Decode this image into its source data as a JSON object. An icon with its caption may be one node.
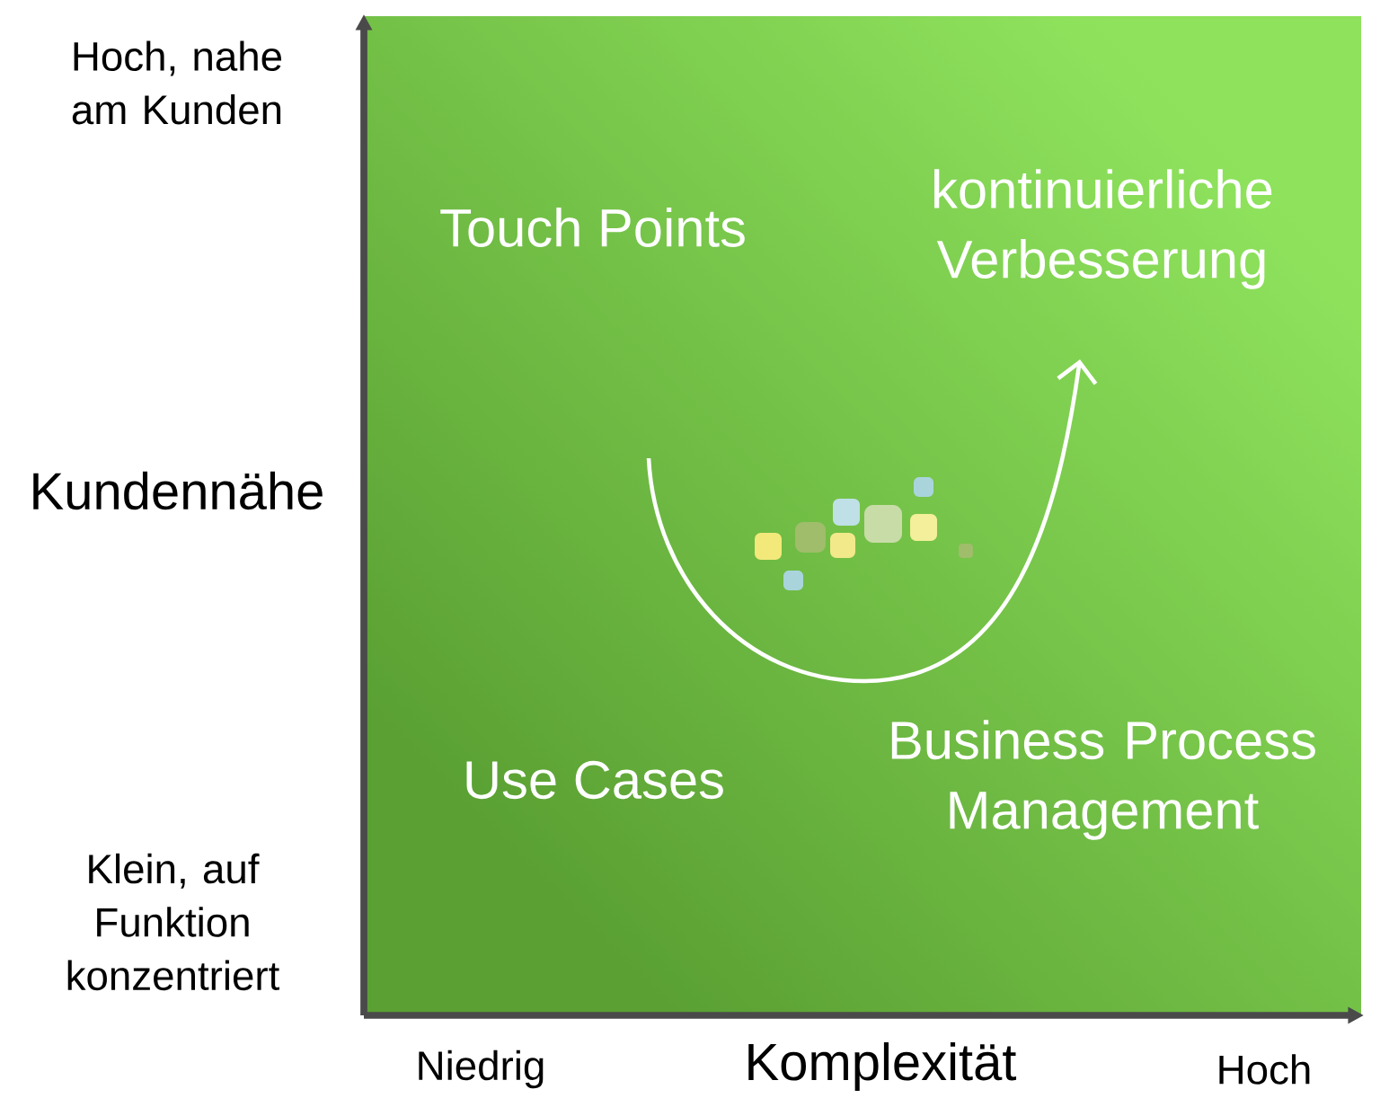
{
  "diagram": {
    "labels": [
      "Hoch, nahe am Kunden",
      "Touch Points",
      "kontinuierliche Verbesserung",
      "Kundennähe",
      "Use Cases",
      "Business Process Management",
      "Klein, auf Funktion konzentriert",
      "Niedrig",
      "Komplexität",
      "Hoch"
    ]
  }
}
